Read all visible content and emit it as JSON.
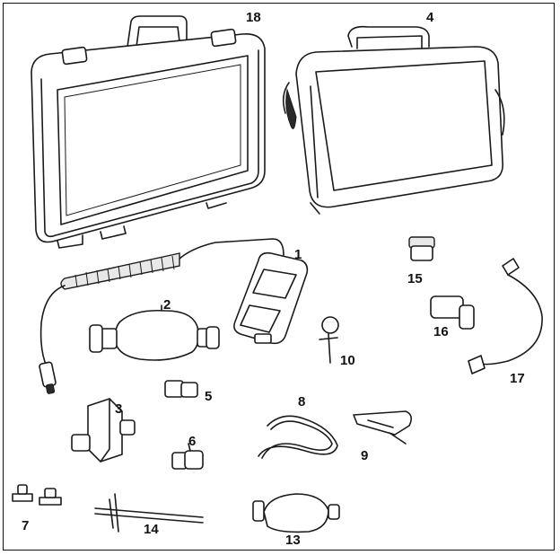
{
  "labels": {
    "l1": "1",
    "l2": "2",
    "l3": "3",
    "l4": "4",
    "l5": "5",
    "l6": "6",
    "l7": "7",
    "l8": "8",
    "l9": "9",
    "l10": "10",
    "l13": "13",
    "l14": "14",
    "l15": "15",
    "l16": "16",
    "l17": "17",
    "l18": "18"
  }
}
